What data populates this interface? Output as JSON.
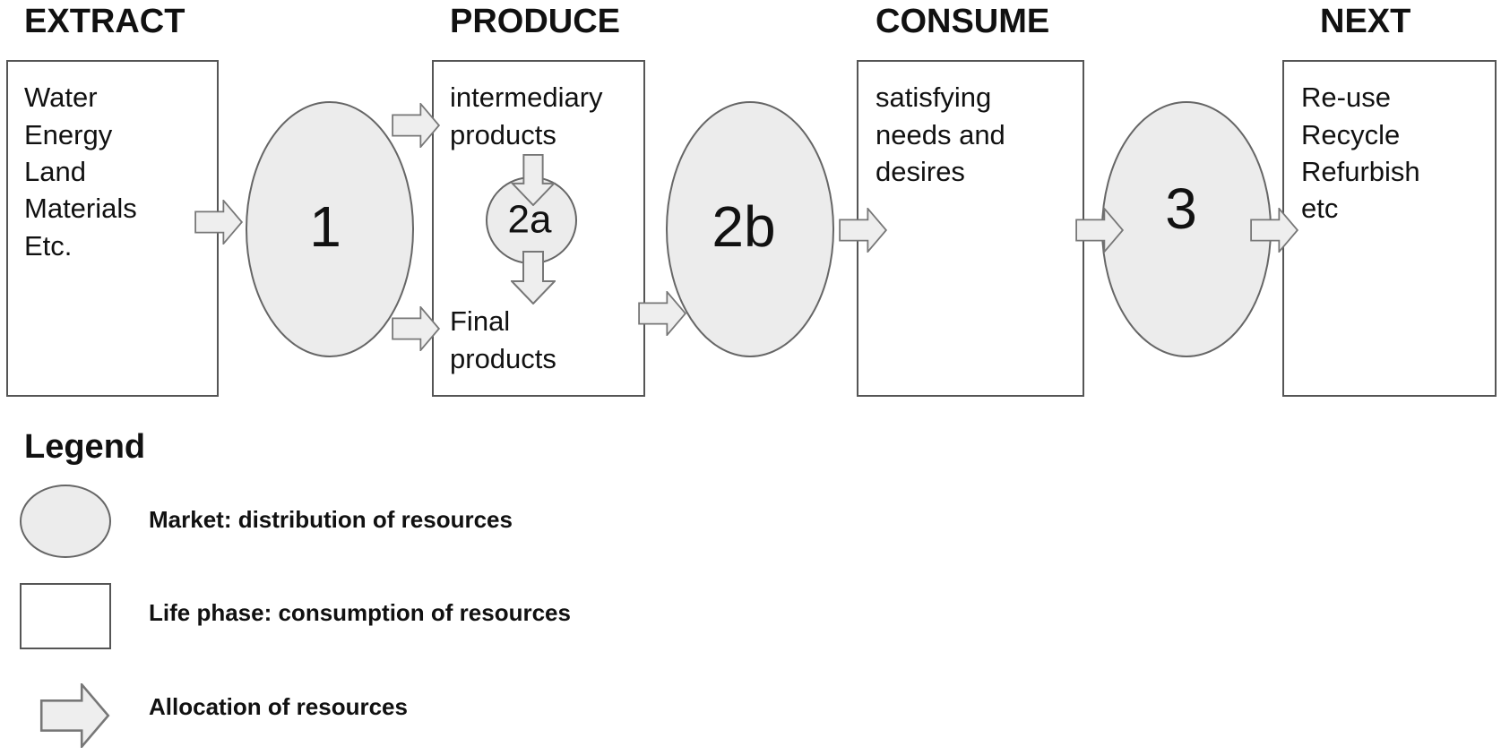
{
  "phases": [
    {
      "title": "EXTRACT",
      "lines": [
        "Water",
        "Energy",
        "Land",
        "Materials",
        "Etc."
      ]
    },
    {
      "title": "PRODUCE",
      "top_lines": [
        "intermediary",
        "products"
      ],
      "bottom_lines": [
        "Final",
        "products"
      ]
    },
    {
      "title": "CONSUME",
      "lines": [
        "satisfying",
        "needs and",
        "desires"
      ]
    },
    {
      "title": "NEXT",
      "lines": [
        "Re-use",
        "Recycle",
        "Refurbish",
        "etc"
      ]
    }
  ],
  "markets": {
    "m1": "1",
    "m2a": "2a",
    "m2b": "2b",
    "m3": "3"
  },
  "legend": {
    "heading": "Legend",
    "market": "Market: distribution of resources",
    "phase": "Life phase: consumption of resources",
    "allocation": "Allocation of resources"
  },
  "colors": {
    "market_fill": "#ececec",
    "box_fill": "#ffffff",
    "arrow_fill": "#eeeeee"
  }
}
